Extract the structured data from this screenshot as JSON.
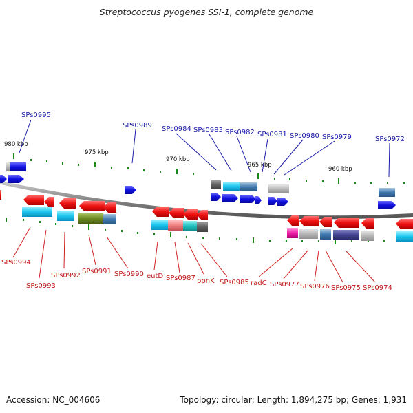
{
  "title": "Streptococcus pyogenes SSI-1, complete genome",
  "footer": {
    "accession": "Accession: NC_004606",
    "stats": "Topology: circular; Length: 1,894,275 bp; Genes: 1,931"
  },
  "scale_labels": [
    "980 kbp",
    "975 kbp",
    "970 kbp",
    "965 kbp",
    "960 kbp"
  ],
  "genes_top": [
    "SPs0995",
    "SPs0989",
    "SPs0984",
    "SPs0983",
    "SPs0982",
    "SPs0981",
    "SPs0980",
    "SPs0979",
    "SPs0972"
  ],
  "genes_bottom": [
    "SPs0994",
    "SPs0993",
    "SPs0992",
    "SPs0991",
    "SPs0990",
    "eutD",
    "SPs0987",
    "ppnK",
    "SPs0985",
    "radC",
    "SPs0977",
    "SPs0976",
    "SPs0975",
    "SPs0974"
  ],
  "colors": {
    "forward_strand": "#1010e0",
    "reverse_strand": "#e81010",
    "forward_label": "#1a1aa8",
    "reverse_label": "#c01818",
    "backbone": "#8a8a8a",
    "tick": "#1a8a1a"
  }
}
